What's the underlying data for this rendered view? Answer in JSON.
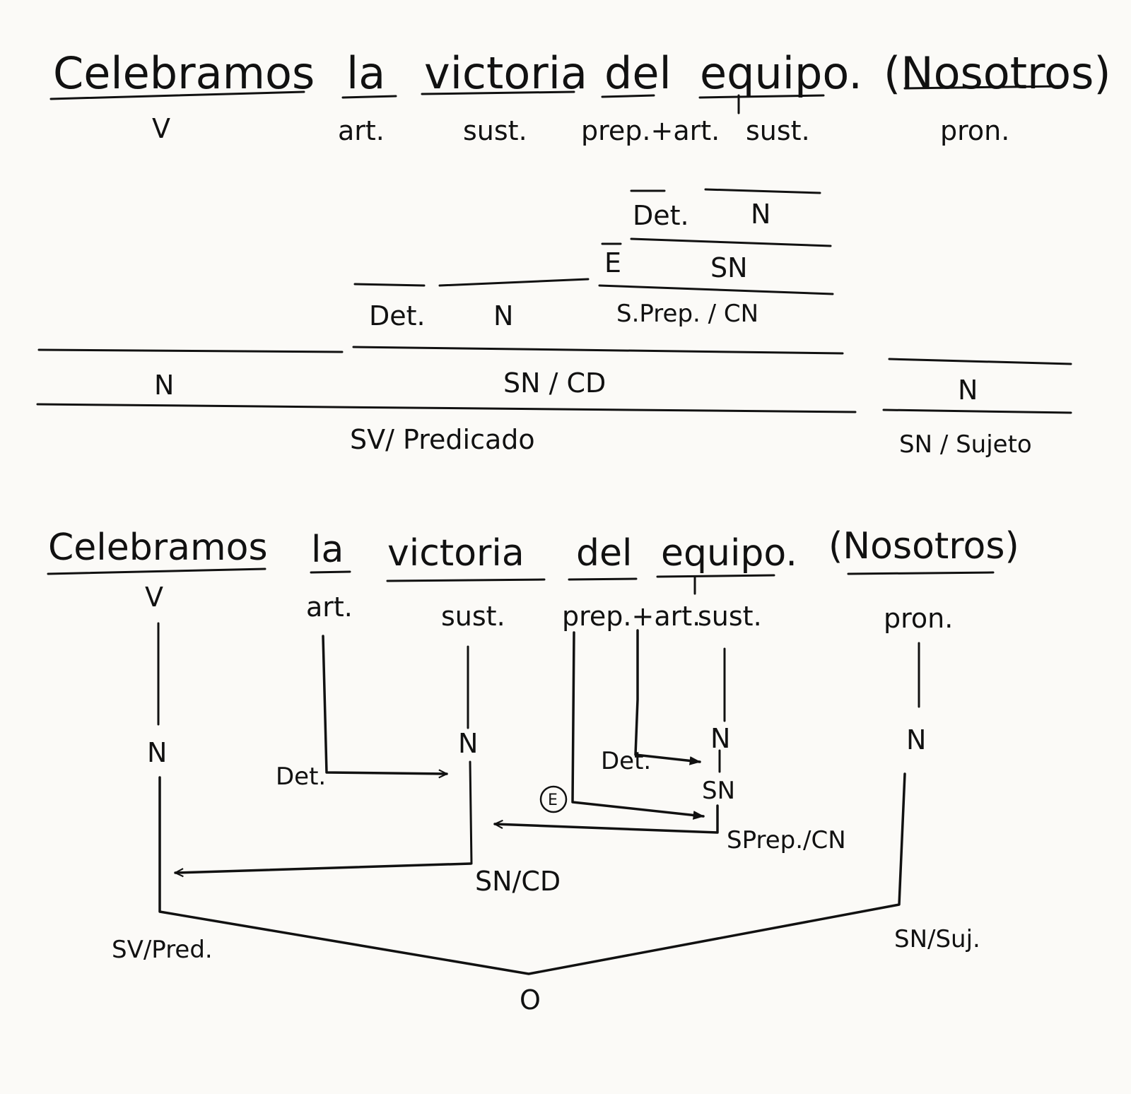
{
  "sentence": {
    "words": [
      "Celebramos",
      "la",
      "victoria",
      "del",
      "equipo.",
      "(Nosotros)"
    ],
    "categories": [
      "V",
      "art.",
      "sust.",
      "prep.+art.",
      "sust.",
      "pron."
    ]
  },
  "box_analysis": {
    "level4": {
      "det": "Det.",
      "n": "N"
    },
    "level3": {
      "e": "E",
      "sn": "SN"
    },
    "level2": {
      "det": "Det.",
      "n": "N",
      "sprep": "S.Prep. / CN"
    },
    "level1": {
      "n_left": "N",
      "sn_cd": "SN / CD",
      "n_right": "N"
    },
    "level0": {
      "sv": "SV/ Predicado",
      "sn_sujeto": "SN / Sujeto"
    }
  },
  "tree_analysis": {
    "words": [
      "Celebramos",
      "la",
      "victoria",
      "del",
      "equipo.",
      "(Nosotros)"
    ],
    "categories": [
      "V",
      "art.",
      "sust.",
      "prep.+art.",
      "sust.",
      "pron."
    ],
    "labels": {
      "n_verb": "N",
      "det_la": "Det.",
      "n_victoria": "N",
      "det_del": "Det.",
      "n_equipo": "N",
      "sn_equipo": "SN",
      "e": "E",
      "sprep": "SPrep./CN",
      "sn_cd": "SN/CD",
      "n_pron": "N",
      "sv_pred": "SV/Pred.",
      "sn_suj": "SN/Suj.",
      "o": "O"
    }
  }
}
